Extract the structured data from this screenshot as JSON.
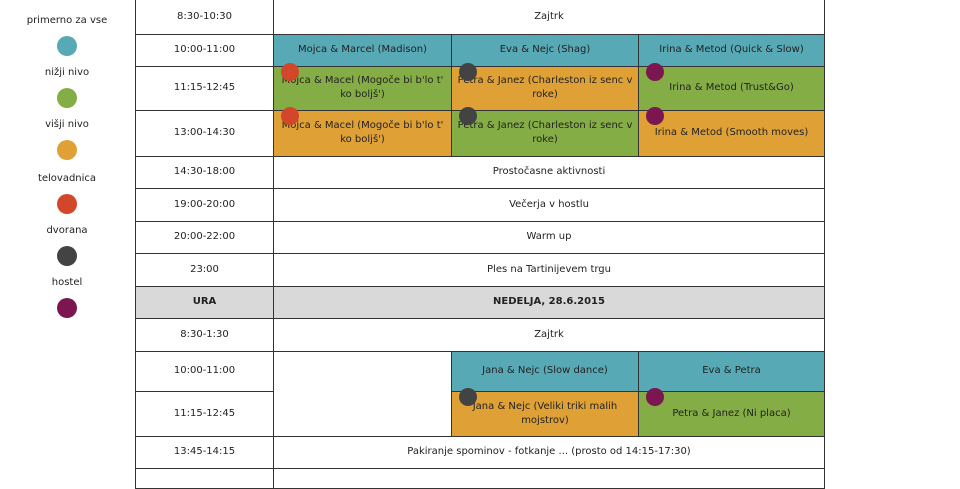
{
  "colors": {
    "teal": "#58a9b6",
    "green": "#85ad45",
    "orange": "#dfa136",
    "red": "#d2472a",
    "dark": "#434343",
    "purple": "#7b1650",
    "header_gray": "#d9d9d9"
  },
  "legend": [
    {
      "label": "primerno za vse",
      "color": "#58a9b6"
    },
    {
      "label": "nižji nivo",
      "color": "#85ad45"
    },
    {
      "label": "višji nivo",
      "color": "#dfa136"
    },
    {
      "label": "telovadnica",
      "color": "#d2472a"
    },
    {
      "label": "dvorana",
      "color": "#434343"
    },
    {
      "label": "hostel",
      "color": "#7b1650"
    }
  ],
  "schedule": {
    "r0": {
      "time": "8:30-10:30",
      "text": "Zajtrk"
    },
    "r1": {
      "time": "10:00-11:00",
      "a": "Mojca & Marcel (Madison)",
      "b": "Eva & Nejc (Shag)",
      "c": "Irina & Metod (Quick & Slow)"
    },
    "r2": {
      "time": "11:15-12:45",
      "a": "Mojca & Macel (Mogoče bi b'lo t' ko boljš')",
      "b": "Petra & Janez (Charleston iz senc v roke)",
      "c": "Irina & Metod (Trust&Go)"
    },
    "r3": {
      "time": "13:00-14:30",
      "a": "Mojca & Macel (Mogoče bi b'lo t' ko boljš')",
      "b": "Petra & Janez (Charleston iz senc v roke)",
      "c": "Irina & Metod (Smooth moves)"
    },
    "r4": {
      "time": "14:30-18:00",
      "text": "Prostočasne aktivnosti"
    },
    "r5": {
      "time": "19:00-20:00",
      "text": "Večerja v hostlu"
    },
    "r6": {
      "time": "20:00-22:00",
      "text": "Warm up"
    },
    "r7": {
      "time": "23:00",
      "text": "Ples na Tartinijevem trgu"
    },
    "header": {
      "time": "URA",
      "text": "NEDELJA, 28.6.2015"
    },
    "r8": {
      "time": "8:30-1:30",
      "text": "Zajtrk"
    },
    "r9": {
      "time": "10:00-11:00",
      "a": "",
      "b": "Jana & Nejc (Slow dance)",
      "c": "Eva & Petra"
    },
    "r10": {
      "time": "11:15-12:45",
      "b": "Jana & Nejc (Veliki triki malih mojstrov)",
      "c": "Petra & Janez (Ni placa)"
    },
    "r11": {
      "time": "13:45-14:15",
      "text": "Pakiranje spominov - fotkanje ... (prosto od 14:15-17:30)"
    },
    "r12": {
      "time": "",
      "text": ""
    }
  }
}
